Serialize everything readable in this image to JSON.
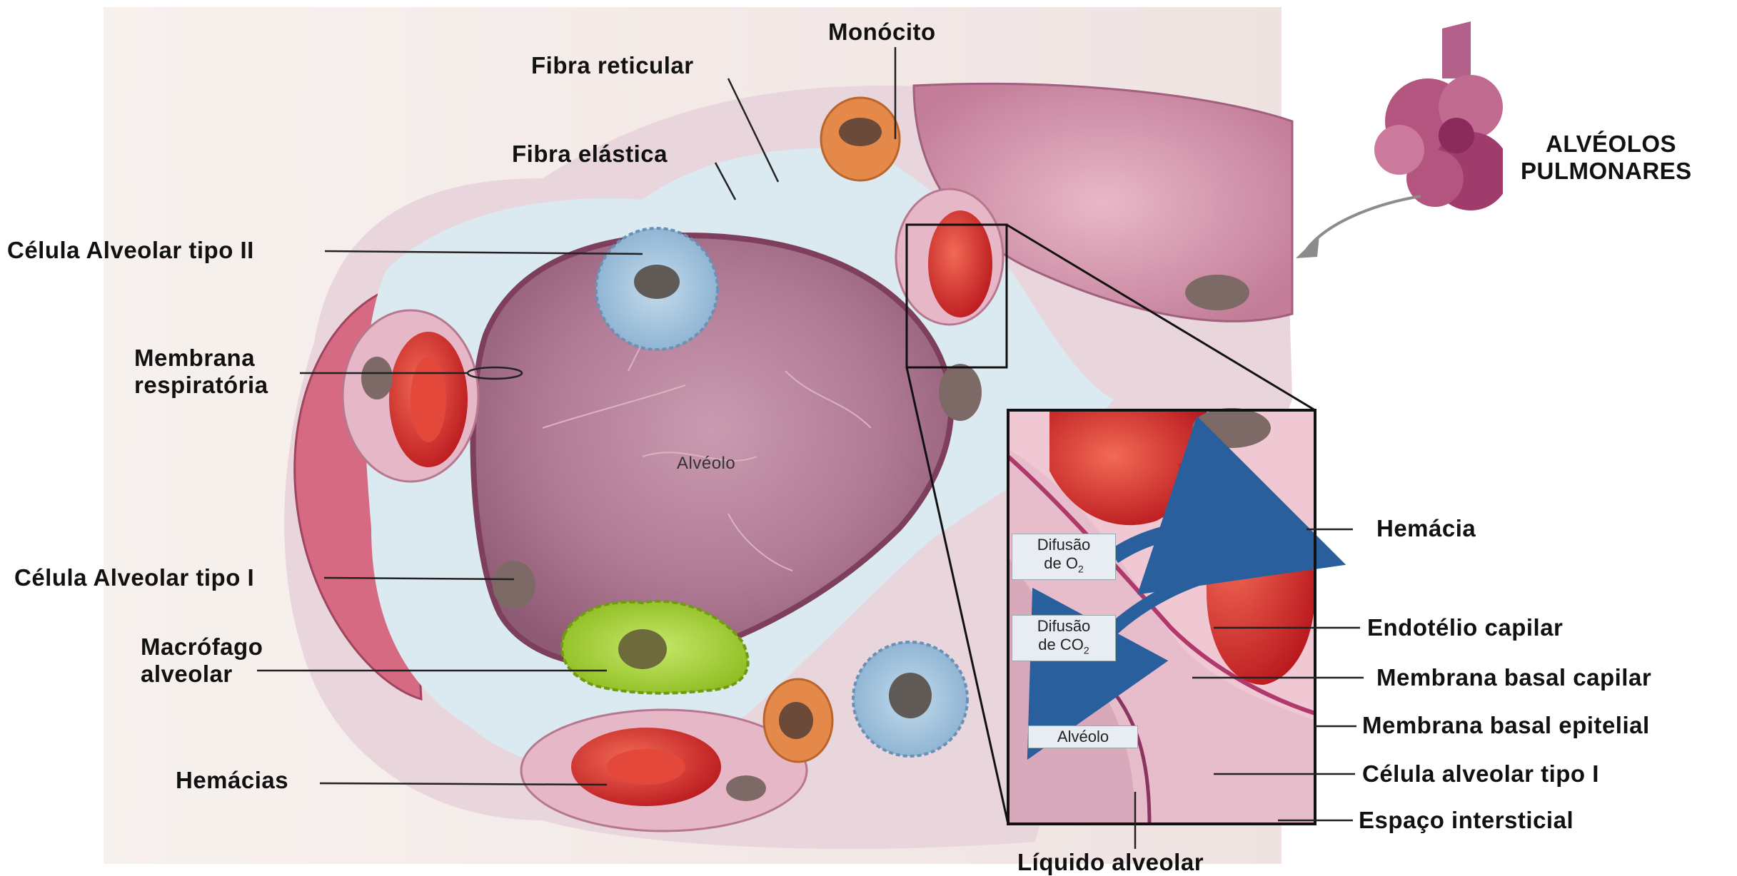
{
  "labels": {
    "monocito": "Monócito",
    "fibra_reticular": "Fibra reticular",
    "fibra_elastica": "Fibra elástica",
    "celula_tipo_ii": "Célula Alveolar tipo II",
    "membrana_resp_1": "Membrana",
    "membrana_resp_2": "respiratória",
    "alveolo_main": "Alvéolo",
    "celula_tipo_i": "Célula Alveolar tipo I",
    "macrofago_1": "Macrófago",
    "macrofago_2": "alveolar",
    "hemacias": "Hemácias",
    "alveolos_1": "ALVÉOLOS",
    "alveolos_2": "PULMONARES",
    "hemacia": "Hemácia",
    "endotelio": "Endotélio capilar",
    "mb_capilar": "Membrana basal capilar",
    "mb_epitelial": "Membrana basal epitelial",
    "celula_tipo_i_inset": "Célula alveolar tipo I",
    "espaco": "Espaço intersticial",
    "liquido": "Líquido alveolar"
  },
  "inset": {
    "difusao_o2_1": "Difusão",
    "difusao_o2_2": "de O",
    "difusao_o2_sub": "2",
    "difusao_co2_1": "Difusão",
    "difusao_co2_2": "de CO",
    "difusao_co2_sub": "2",
    "alveolo": "Alvéolo"
  },
  "colors": {
    "tissue_pink": "#c98aa0",
    "alveolus_wall": "#a86f8a",
    "interstitium": "#dbe9f1",
    "red_cell": "#d8322a",
    "monocyte": "#e5894a",
    "type2_cell": "#9fc2dc",
    "macrophage": "#a7d23a",
    "arrow_blue": "#2a5f9e"
  }
}
